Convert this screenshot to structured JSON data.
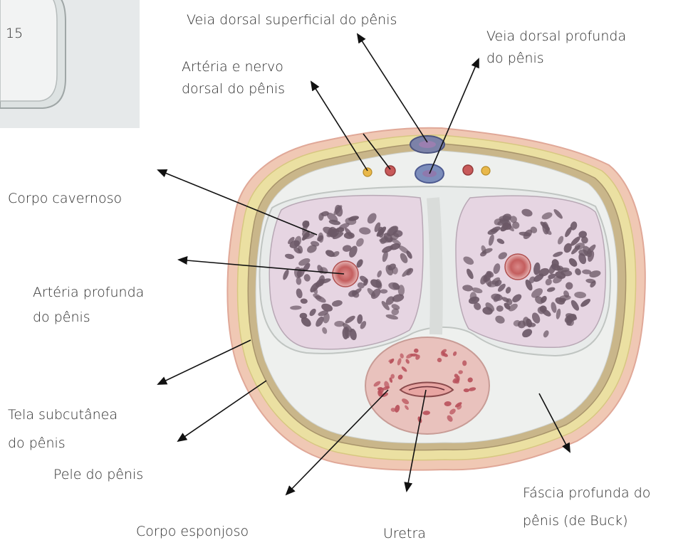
{
  "inset_number": "15",
  "labels": {
    "veia_dorsal_superficial": "Veia dorsal superficial do pênis",
    "veia_dorsal_profunda_1": "Veia dorsal profunda",
    "veia_dorsal_profunda_2": "do pênis",
    "arteria_nervo_dorsal_1": "Artéria e nervo",
    "arteria_nervo_dorsal_2": "dorsal do pênis",
    "corpo_cavernoso": "Corpo cavernoso",
    "arteria_profunda_1": "Artéria profunda",
    "arteria_profunda_2": "do pênis",
    "tela_subcutanea_1": "Tela subcutânea",
    "tela_subcutanea_2": "do pênis",
    "pele": "Pele do pênis",
    "corpo_esponjoso": "Corpo esponjoso",
    "uretra": "Uretra",
    "fascia_profunda_1": "Fáscia profunda do",
    "fascia_profunda_2": "pênis (de Buck)"
  },
  "colors": {
    "skin": "#f0c8b4",
    "subcutaneous": "#e9e0a4",
    "buck_fascia": "#c9b68a",
    "tunica": "#e9ecec",
    "cavernous_tissue": "#e6d6e3",
    "sinus": "#6b5866",
    "spongy_body": "#e7b3b0",
    "artery": "#c86060",
    "vein": "#5a6a9a",
    "arrow": "#111111"
  }
}
